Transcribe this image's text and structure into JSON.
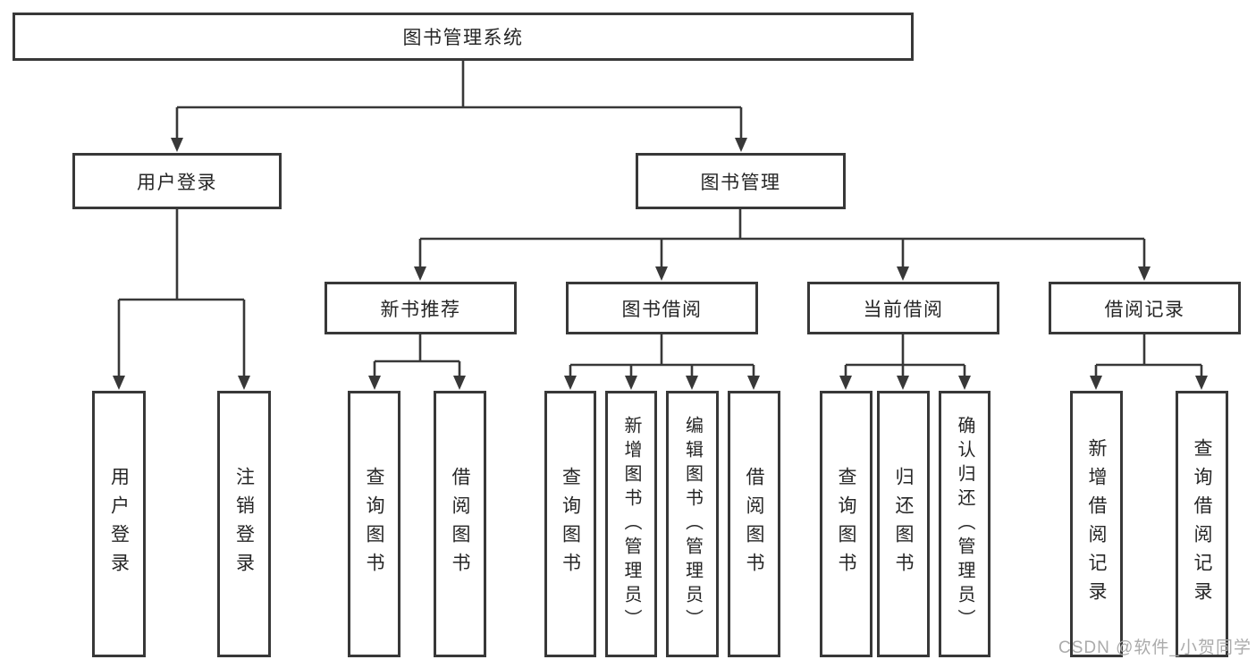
{
  "diagram": {
    "title": "图书管理系统",
    "nodes": {
      "root": "图书管理系统",
      "user_login": "用户登录",
      "book_mgmt": "图书管理",
      "new_books": "新书推荐",
      "book_borrow": "图书借阅",
      "current_borrow": "当前借阅",
      "borrow_records": "借阅记录",
      "leaf_user_login": "用户登录",
      "leaf_logout": "注销登录",
      "leaf_nb_query": "查询图书",
      "leaf_nb_borrow": "借阅图书",
      "leaf_bb_query": "查询图书",
      "leaf_bb_add": "新增图书（管理员）",
      "leaf_bb_edit": "编辑图书（管理员）",
      "leaf_bb_borrow": "借阅图书",
      "leaf_cb_query": "查询图书",
      "leaf_cb_return": "归还图书",
      "leaf_cb_confirm": "确认归还（管理员）",
      "leaf_br_add": "新增借阅记录",
      "leaf_br_query": "查询借阅记录"
    }
  },
  "colors": {
    "line": "#383838",
    "text": "#262626",
    "watermark": "#ababab"
  },
  "watermark": "CSDN @软件_小贺同学"
}
